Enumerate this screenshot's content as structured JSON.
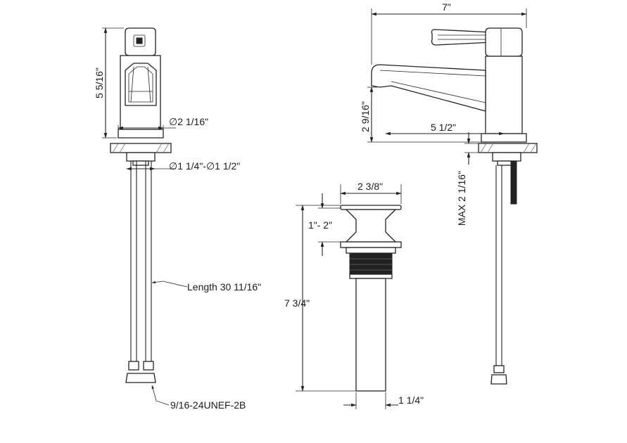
{
  "dimensions": {
    "front_height": "5 5/16\"",
    "base_diameter": "∅2 1/16\"",
    "hole_diameter": "∅1 1/4\"-∅1 1/2\"",
    "hose_length": "Length 30 11/16\"",
    "thread": "9/16-24UNEF-2B",
    "overall_width": "7\"",
    "spout_height": "2 9/16\"",
    "spout_reach": "5 1/2\"",
    "max_deck": "MAX 2 1/16\"",
    "drain_top": "2 3/8\"",
    "drain_adjust": "1\"- 2\"",
    "drain_height": "7 3/4\"",
    "drain_pipe": "1 1/4\""
  }
}
